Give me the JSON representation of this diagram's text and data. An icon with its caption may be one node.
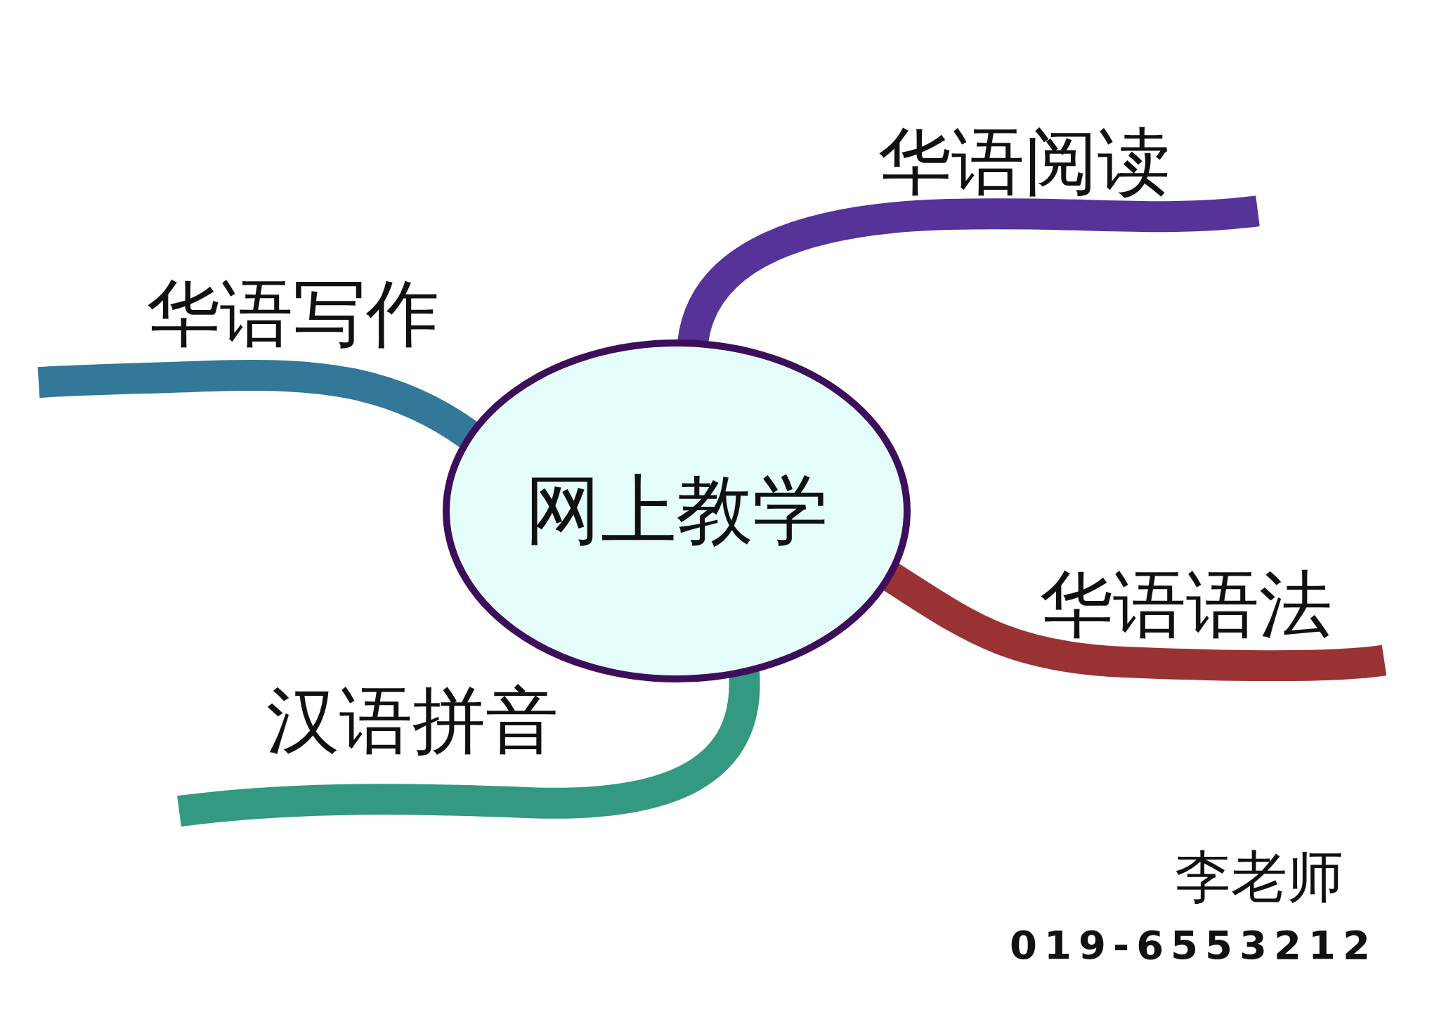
{
  "diagram": {
    "nodes": [
      {
        "text": [
          "网上教学"
        ]
      },
      {
        "text": [
          "华语阅读"
        ]
      },
      {
        "text": [
          "华语写作"
        ]
      },
      {
        "text": [
          "华语语法"
        ]
      },
      {
        "text": [
          "汉语拼音"
        ]
      }
    ],
    "edges": [
      {
        "from": 0,
        "to": 1,
        "arrow": "none",
        "color": "#553399"
      },
      {
        "from": 0,
        "to": 2,
        "arrow": "none",
        "color": "#337799"
      },
      {
        "from": 0,
        "to": 3,
        "arrow": "none",
        "color": "#993333"
      },
      {
        "from": 0,
        "to": 4,
        "arrow": "none",
        "color": "#339980"
      }
    ],
    "labels": [
      "李老师",
      "019-6553212"
    ]
  }
}
